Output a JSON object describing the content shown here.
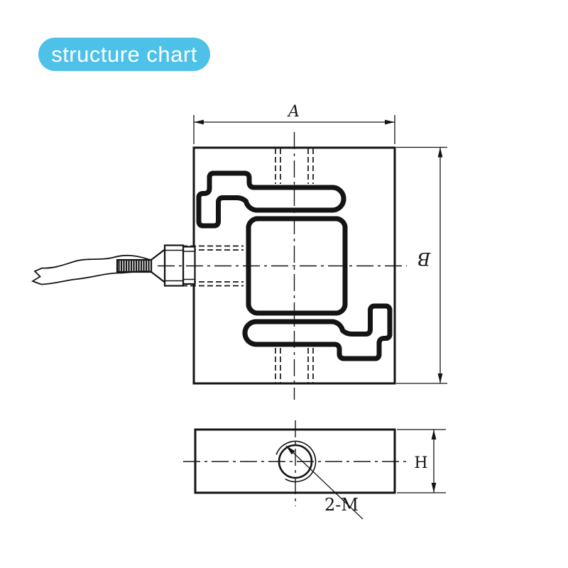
{
  "title_badge": {
    "label": "structure chart",
    "bg_color": "#4ec1e9",
    "text_color": "#ffffff"
  },
  "drawing": {
    "line_color": "#141414",
    "front_view": {
      "dim_top": "A",
      "dim_right": "B"
    },
    "bottom_view": {
      "dim_right": "H",
      "hole_label": "2-M"
    }
  }
}
